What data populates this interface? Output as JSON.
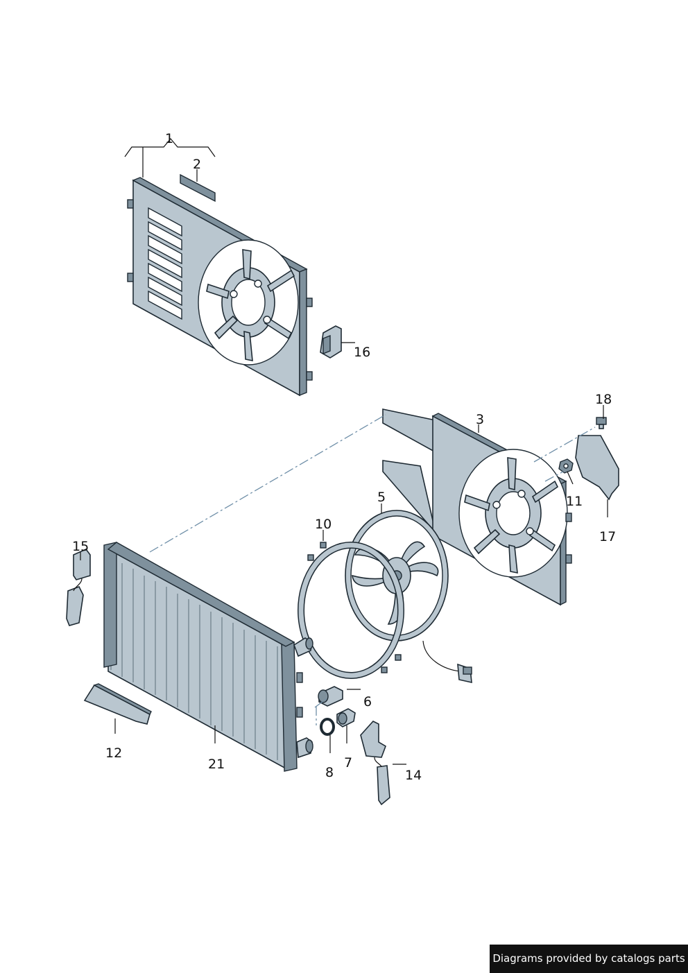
{
  "callouts": {
    "c1": "1",
    "c2": "2",
    "c3": "3",
    "c5": "5",
    "c6": "6",
    "c7": "7",
    "c8": "8",
    "c10": "10",
    "c11": "11",
    "c12": "12",
    "c14": "14",
    "c15": "15",
    "c16": "16",
    "c17": "17",
    "c18": "18",
    "c21": "21"
  },
  "footer": {
    "text": "Diagrams provided by catalogs parts"
  }
}
